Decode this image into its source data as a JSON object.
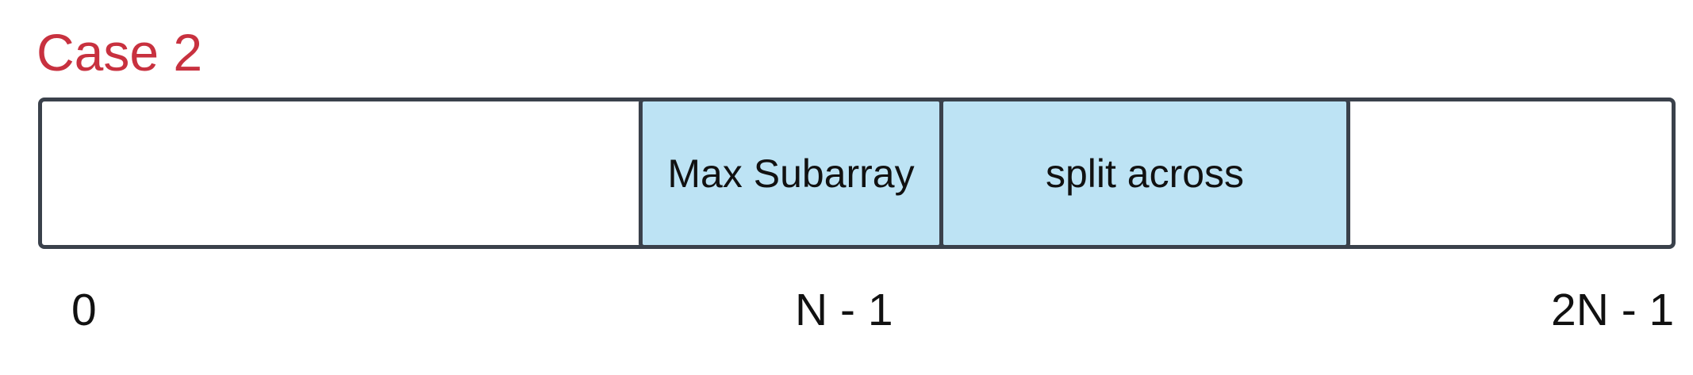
{
  "title": "Case 2",
  "array": {
    "segments": [
      {
        "label": "Max Subarray"
      },
      {
        "label": "split across"
      }
    ]
  },
  "indices": {
    "start": "0",
    "middle": "N - 1",
    "end": "2N - 1"
  },
  "colors": {
    "title": "#c8313f",
    "segment_fill": "#bde3f4",
    "border": "#3a414b"
  }
}
